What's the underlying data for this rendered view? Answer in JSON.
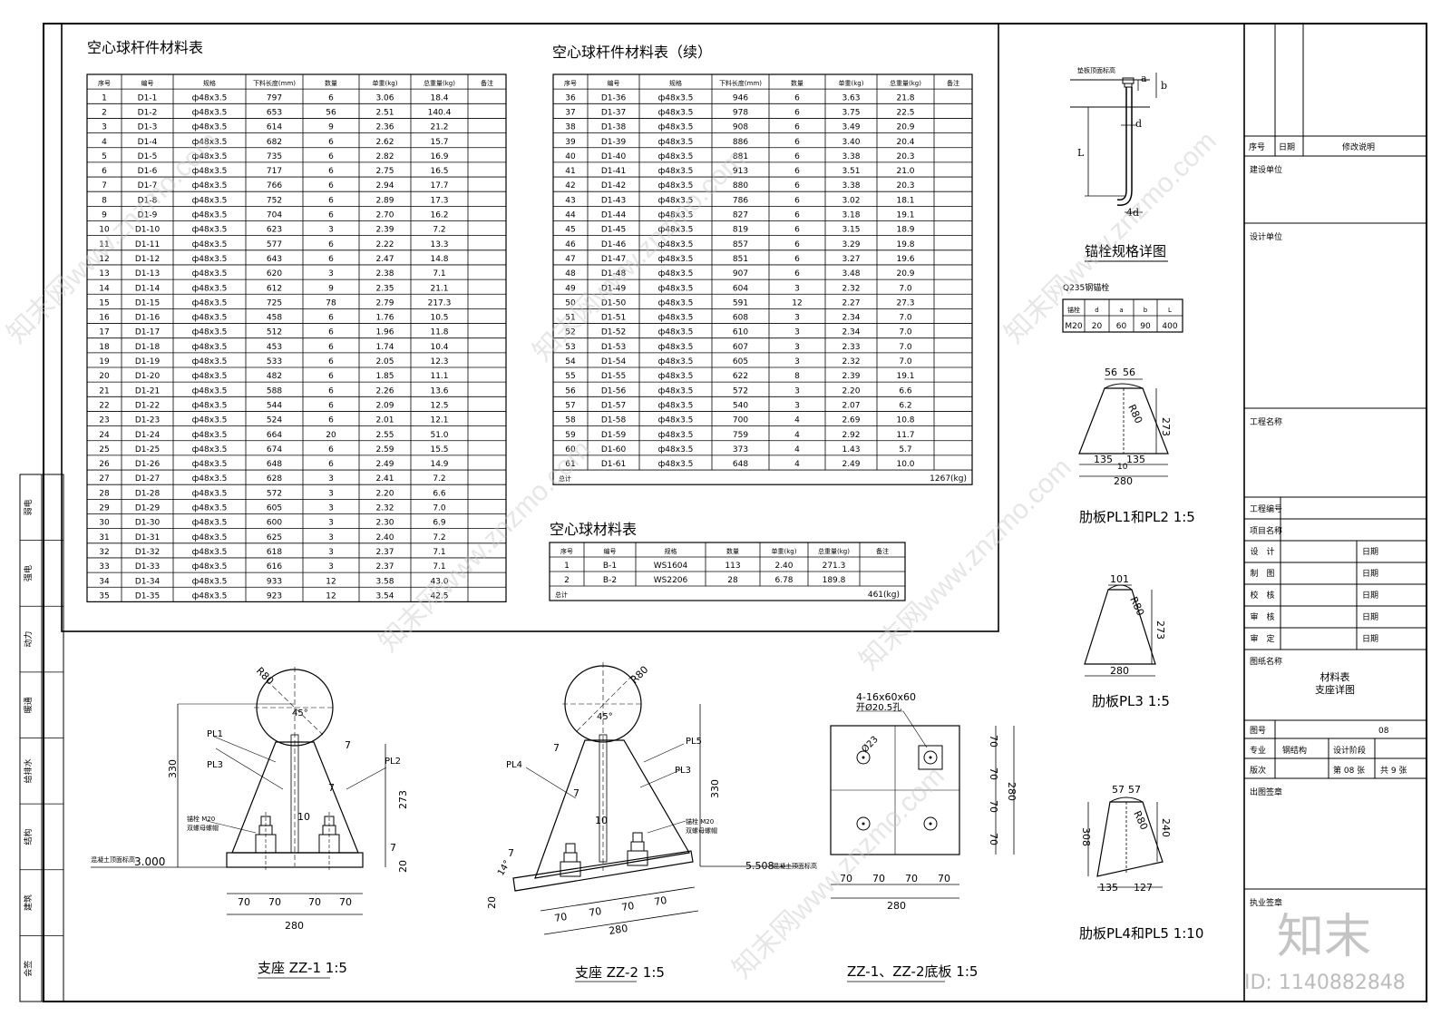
{
  "tables": {
    "member": {
      "title": "空心球杆件材料表",
      "title_cont": "空心球杆件材料表（续）",
      "headers": [
        "序号",
        "编号",
        "规格",
        "下料长度(mm)",
        "数量",
        "单重(kg)",
        "总重量(kg)",
        "备注"
      ],
      "rows": [
        [
          "1",
          "D1-1",
          "ф48x3.5",
          "797",
          "6",
          "3.06",
          "18.4"
        ],
        [
          "2",
          "D1-2",
          "ф48x3.5",
          "653",
          "56",
          "2.51",
          "140.4"
        ],
        [
          "3",
          "D1-3",
          "ф48x3.5",
          "614",
          "9",
          "2.36",
          "21.2"
        ],
        [
          "4",
          "D1-4",
          "ф48x3.5",
          "682",
          "6",
          "2.62",
          "15.7"
        ],
        [
          "5",
          "D1-5",
          "ф48x3.5",
          "735",
          "6",
          "2.82",
          "16.9"
        ],
        [
          "6",
          "D1-6",
          "ф48x3.5",
          "717",
          "6",
          "2.75",
          "16.5"
        ],
        [
          "7",
          "D1-7",
          "ф48x3.5",
          "766",
          "6",
          "2.94",
          "17.7"
        ],
        [
          "8",
          "D1-8",
          "ф48x3.5",
          "752",
          "6",
          "2.89",
          "17.3"
        ],
        [
          "9",
          "D1-9",
          "ф48x3.5",
          "704",
          "6",
          "2.70",
          "16.2"
        ],
        [
          "10",
          "D1-10",
          "ф48x3.5",
          "623",
          "3",
          "2.39",
          "7.2"
        ],
        [
          "11",
          "D1-11",
          "ф48x3.5",
          "577",
          "6",
          "2.22",
          "13.3"
        ],
        [
          "12",
          "D1-12",
          "ф48x3.5",
          "643",
          "6",
          "2.47",
          "14.8"
        ],
        [
          "13",
          "D1-13",
          "ф48x3.5",
          "620",
          "3",
          "2.38",
          "7.1"
        ],
        [
          "14",
          "D1-14",
          "ф48x3.5",
          "612",
          "9",
          "2.35",
          "21.1"
        ],
        [
          "15",
          "D1-15",
          "ф48x3.5",
          "725",
          "78",
          "2.79",
          "217.3"
        ],
        [
          "16",
          "D1-16",
          "ф48x3.5",
          "458",
          "6",
          "1.76",
          "10.5"
        ],
        [
          "17",
          "D1-17",
          "ф48x3.5",
          "512",
          "6",
          "1.96",
          "11.8"
        ],
        [
          "18",
          "D1-18",
          "ф48x3.5",
          "453",
          "6",
          "1.74",
          "10.4"
        ],
        [
          "19",
          "D1-19",
          "ф48x3.5",
          "533",
          "6",
          "2.05",
          "12.3"
        ],
        [
          "20",
          "D1-20",
          "ф48x3.5",
          "482",
          "6",
          "1.85",
          "11.1"
        ],
        [
          "21",
          "D1-21",
          "ф48x3.5",
          "588",
          "6",
          "2.26",
          "13.6"
        ],
        [
          "22",
          "D1-22",
          "ф48x3.5",
          "544",
          "6",
          "2.09",
          "12.5"
        ],
        [
          "23",
          "D1-23",
          "ф48x3.5",
          "524",
          "6",
          "2.01",
          "12.1"
        ],
        [
          "24",
          "D1-24",
          "ф48x3.5",
          "664",
          "20",
          "2.55",
          "51.0"
        ],
        [
          "25",
          "D1-25",
          "ф48x3.5",
          "674",
          "6",
          "2.59",
          "15.5"
        ],
        [
          "26",
          "D1-26",
          "ф48x3.5",
          "648",
          "6",
          "2.49",
          "14.9"
        ],
        [
          "27",
          "D1-27",
          "ф48x3.5",
          "628",
          "3",
          "2.41",
          "7.2"
        ],
        [
          "28",
          "D1-28",
          "ф48x3.5",
          "572",
          "3",
          "2.20",
          "6.6"
        ],
        [
          "29",
          "D1-29",
          "ф48x3.5",
          "605",
          "3",
          "2.32",
          "7.0"
        ],
        [
          "30",
          "D1-30",
          "ф48x3.5",
          "600",
          "3",
          "2.30",
          "6.9"
        ],
        [
          "31",
          "D1-31",
          "ф48x3.5",
          "625",
          "3",
          "2.40",
          "7.2"
        ],
        [
          "32",
          "D1-32",
          "ф48x3.5",
          "618",
          "3",
          "2.37",
          "7.1"
        ],
        [
          "33",
          "D1-33",
          "ф48x3.5",
          "616",
          "3",
          "2.37",
          "7.1"
        ],
        [
          "34",
          "D1-34",
          "ф48x3.5",
          "933",
          "12",
          "3.58",
          "43.0"
        ],
        [
          "35",
          "D1-35",
          "ф48x3.5",
          "923",
          "12",
          "3.54",
          "42.5"
        ],
        [
          "36",
          "D1-36",
          "ф48x3.5",
          "946",
          "6",
          "3.63",
          "21.8"
        ],
        [
          "37",
          "D1-37",
          "ф48x3.5",
          "978",
          "6",
          "3.75",
          "22.5"
        ],
        [
          "38",
          "D1-38",
          "ф48x3.5",
          "908",
          "6",
          "3.49",
          "20.9"
        ],
        [
          "39",
          "D1-39",
          "ф48x3.5",
          "886",
          "6",
          "3.40",
          "20.4"
        ],
        [
          "40",
          "D1-40",
          "ф48x3.5",
          "881",
          "6",
          "3.38",
          "20.3"
        ],
        [
          "41",
          "D1-41",
          "ф48x3.5",
          "913",
          "6",
          "3.51",
          "21.0"
        ],
        [
          "42",
          "D1-42",
          "ф48x3.5",
          "880",
          "6",
          "3.38",
          "20.3"
        ],
        [
          "43",
          "D1-43",
          "ф48x3.5",
          "786",
          "6",
          "3.02",
          "18.1"
        ],
        [
          "44",
          "D1-44",
          "ф48x3.5",
          "827",
          "6",
          "3.18",
          "19.1"
        ],
        [
          "45",
          "D1-45",
          "ф48x3.5",
          "819",
          "6",
          "3.15",
          "18.9"
        ],
        [
          "46",
          "D1-46",
          "ф48x3.5",
          "857",
          "6",
          "3.29",
          "19.8"
        ],
        [
          "47",
          "D1-47",
          "ф48x3.5",
          "851",
          "6",
          "3.27",
          "19.6"
        ],
        [
          "48",
          "D1-48",
          "ф48x3.5",
          "907",
          "6",
          "3.48",
          "20.9"
        ],
        [
          "49",
          "D1-49",
          "ф48x3.5",
          "604",
          "3",
          "2.32",
          "7.0"
        ],
        [
          "50",
          "D1-50",
          "ф48x3.5",
          "591",
          "12",
          "2.27",
          "27.3"
        ],
        [
          "51",
          "D1-51",
          "ф48x3.5",
          "608",
          "3",
          "2.34",
          "7.0"
        ],
        [
          "52",
          "D1-52",
          "ф48x3.5",
          "610",
          "3",
          "2.34",
          "7.0"
        ],
        [
          "53",
          "D1-53",
          "ф48x3.5",
          "607",
          "3",
          "2.33",
          "7.0"
        ],
        [
          "54",
          "D1-54",
          "ф48x3.5",
          "605",
          "3",
          "2.32",
          "7.0"
        ],
        [
          "55",
          "D1-55",
          "ф48x3.5",
          "622",
          "8",
          "2.39",
          "19.1"
        ],
        [
          "56",
          "D1-56",
          "ф48x3.5",
          "572",
          "3",
          "2.20",
          "6.6"
        ],
        [
          "57",
          "D1-57",
          "ф48x3.5",
          "540",
          "3",
          "2.07",
          "6.2"
        ],
        [
          "58",
          "D1-58",
          "ф48x3.5",
          "700",
          "4",
          "2.69",
          "10.8"
        ],
        [
          "59",
          "D1-59",
          "ф48x3.5",
          "759",
          "4",
          "2.92",
          "11.7"
        ],
        [
          "60",
          "D1-60",
          "ф48x3.5",
          "373",
          "4",
          "1.43",
          "5.7"
        ],
        [
          "61",
          "D1-61",
          "ф48x3.5",
          "648",
          "4",
          "2.49",
          "10.0"
        ]
      ],
      "total_label": "总计",
      "total": "1267(kg)"
    },
    "ball": {
      "title": "空心球材料表",
      "headers": [
        "序号",
        "编号",
        "规格",
        "数量",
        "单重(kg)",
        "总重量(kg)",
        "备注"
      ],
      "rows": [
        [
          "1",
          "B-1",
          "WS1604",
          "113",
          "2.40",
          "271.3"
        ],
        [
          "2",
          "B-2",
          "WS2206",
          "28",
          "6.78",
          "189.8"
        ]
      ],
      "total_label": "总计",
      "total": "461(kg)"
    },
    "anchor": {
      "title": "Q235钢锚栓",
      "headers": [
        "锚栓",
        "d",
        "a",
        "b",
        "L"
      ],
      "row": [
        "M20",
        "20",
        "60",
        "90",
        "400"
      ]
    }
  },
  "drawings": {
    "anchor_detail": {
      "caption": "锚栓规格详图",
      "top_label": "垫板顶面标高",
      "labels": [
        "a",
        "b",
        "d",
        "L",
        "4d"
      ]
    },
    "pl12": {
      "caption": "肋板PL1和PL2",
      "scale": "1:5",
      "dims": [
        "56",
        "56",
        "R80",
        "273",
        "135",
        "135",
        "10",
        "280"
      ]
    },
    "pl3": {
      "caption": "肋板PL3",
      "scale": "1:5",
      "dims": [
        "101",
        "R80",
        "273",
        "280"
      ]
    },
    "pl45": {
      "caption": "肋板PL4和PL5",
      "scale": "1:10",
      "dims": [
        "57",
        "57",
        "R80",
        "308",
        "240",
        "135",
        "127"
      ]
    },
    "zz1": {
      "caption": "支座 ZZ-1",
      "scale": "1:5",
      "labels": [
        "R80",
        "45°",
        "PL1",
        "PL3",
        "PL2",
        "7",
        "7",
        "7",
        "330",
        "273",
        "10",
        "锚栓 M20",
        "双螺母螺帽",
        "混凝土顶面标高",
        "3.000",
        "20",
        "70",
        "70",
        "70",
        "70",
        "280"
      ]
    },
    "zz2": {
      "caption": "支座 ZZ-2",
      "scale": "1:5",
      "labels": [
        "R80",
        "45°",
        "PL5",
        "PL4",
        "PL3",
        "7",
        "7",
        "7",
        "330",
        "10",
        "锚栓 M20",
        "双螺母螺帽",
        "5.508",
        "混凝土顶面标高",
        "20",
        "14°",
        "70",
        "70",
        "70",
        "70",
        "280"
      ]
    },
    "base": {
      "caption": "ZZ-1、ZZ-2底板",
      "scale": "1:5",
      "labels": [
        "4-16x60x60",
        "开Ø20.5孔",
        "Ø23",
        "70",
        "70",
        "70",
        "70",
        "280",
        "70",
        "70",
        "70",
        "70",
        "280"
      ]
    }
  },
  "title_block": {
    "revision_headers": [
      "序号",
      "日期",
      "修改说明"
    ],
    "client": "建设单位",
    "designer": "设计单位",
    "project_name": "工程名称",
    "project_no": "工程编号",
    "item_name": "项目名称",
    "sign_rows": [
      {
        "role": "设　计",
        "date": "日期"
      },
      {
        "role": "制　图",
        "date": "日期"
      },
      {
        "role": "校　核",
        "date": "日期"
      },
      {
        "role": "审　核",
        "date": "日期"
      },
      {
        "role": "审　定",
        "date": "日期"
      }
    ],
    "drawing_name_label": "图纸名称",
    "drawing_name": [
      "材料表",
      "支座详图"
    ],
    "drawing_no_label": "图号",
    "drawing_no": "08",
    "discipline_label": "专业",
    "discipline": "钢结构",
    "stage_label": "设计阶段",
    "version_label": "版次",
    "sheet_no": "第 08 张",
    "sheet_total": "共 9 张",
    "issue_seal": "出图签章",
    "practice_seal": "执业签章",
    "binding_cells": [
      "会签",
      "建筑",
      "结构",
      "给排水",
      "暖通",
      "动力",
      "强电",
      "弱电"
    ]
  },
  "watermark": {
    "text": "知末网www.znzmo.com",
    "brand": "知末",
    "id": "ID: 1140882848"
  }
}
